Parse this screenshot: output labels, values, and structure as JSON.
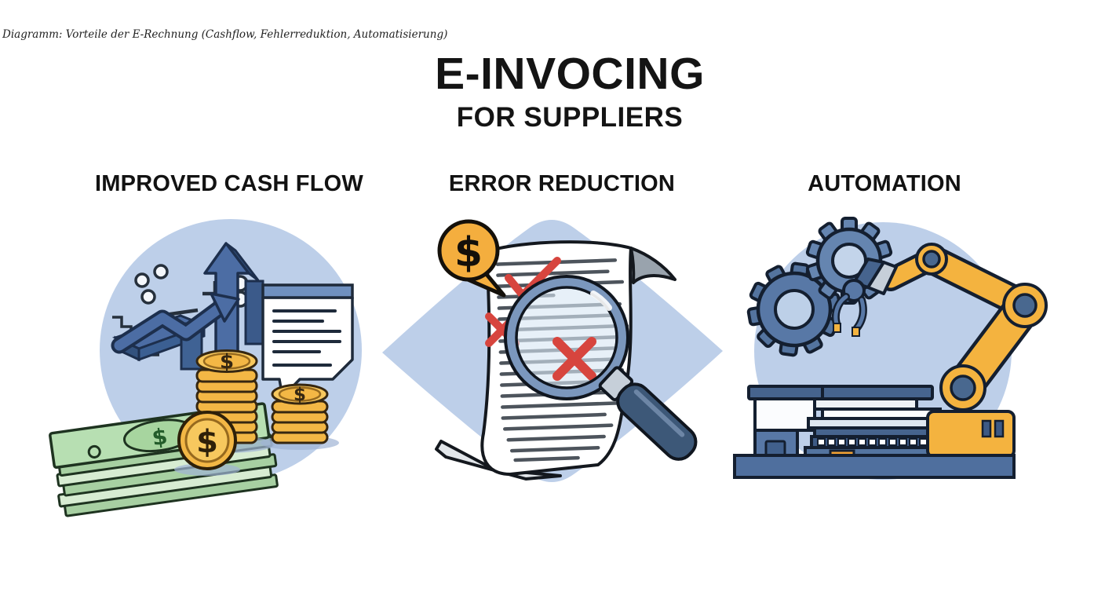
{
  "caption": "Diagramm: Vorteile der E-Rechnung (Cashflow, Fehlerreduktion, Automatisierung)",
  "header": {
    "title": "E-INVOCING",
    "subtitle": "FOR SUPPLIERS"
  },
  "sections": [
    {
      "label": "IMPROVED CASH FLOW",
      "icon": "cash-flow-illustration"
    },
    {
      "label": "ERROR REDUCTION",
      "icon": "invoice-magnifier-illustration"
    },
    {
      "label": "AUTOMATION",
      "icon": "robot-arm-illustration"
    }
  ],
  "glyphs": {
    "dollar": "$"
  },
  "colors": {
    "panel_blue": "#bdcfe9",
    "outline_dark": "#141f30",
    "coin_gold": "#f3b745",
    "bill_green": "#b7dfb2",
    "arrow_blue": "#4c6da4",
    "error_red": "#d7453e",
    "handle_navy": "#3d5878",
    "machine_steel": "#5878a6",
    "arm_yellow": "#f4b33f",
    "bubble_orange": "#f4ae3e"
  }
}
